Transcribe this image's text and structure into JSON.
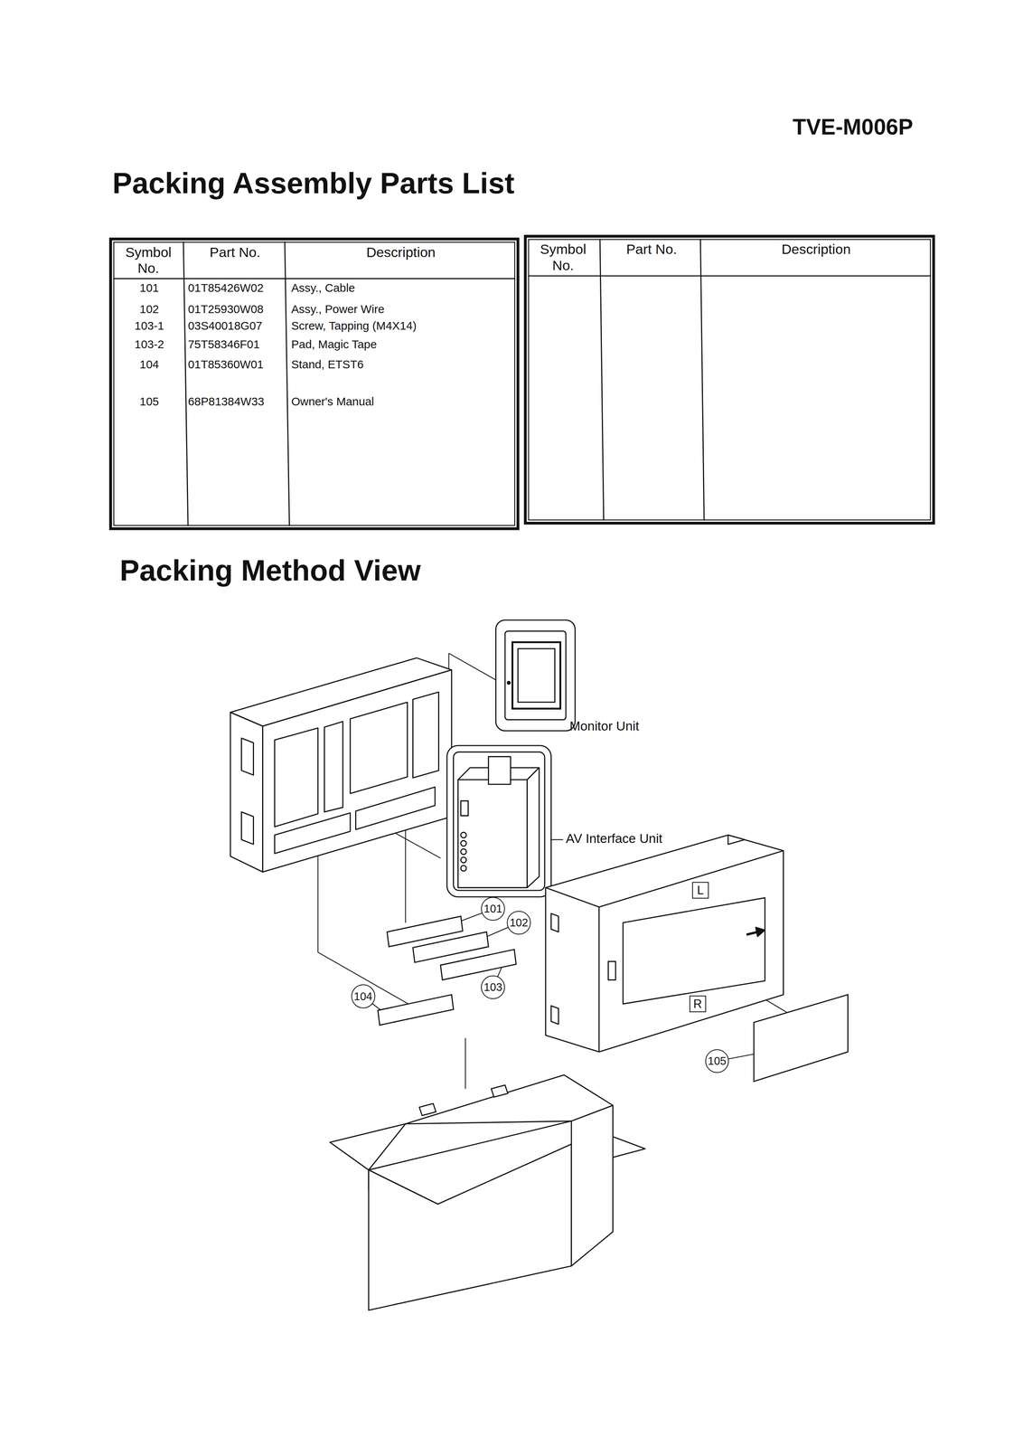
{
  "diagram": {
    "title": "Packing Assembly Parts List",
    "nodes": [
      {
        "text": [
          "L"
        ]
      },
      {
        "text": [
          "101"
        ]
      },
      {
        "text": [
          "102"
        ]
      },
      {
        "text": [
          "103"
        ]
      },
      {
        "text": [
          "104"
        ]
      },
      {
        "text": [
          "R"
        ]
      },
      {
        "text": [
          "105"
        ]
      }
    ],
    "labels": [
      "TVE-M006P",
      "Packing Method View",
      "Symbol No.",
      "Part No.",
      "Description",
      "Symbol No.",
      "Part No.",
      "Description",
      "101",
      "01T85426W02",
      "Assy., Cable",
      "102",
      "01T25930W08",
      "Assy., Power Wire",
      "103-1",
      "03S40018G07",
      "Screw, Tapping (M4X14)",
      "103-2",
      "75T58346F01",
      "Pad, Magic Tape",
      "104",
      "01T85360W01",
      "Stand, ETST6",
      "105",
      "68P81384W33",
      "Owner's Manual",
      "Monitor Unit",
      "AV Interface Unit"
    ]
  }
}
